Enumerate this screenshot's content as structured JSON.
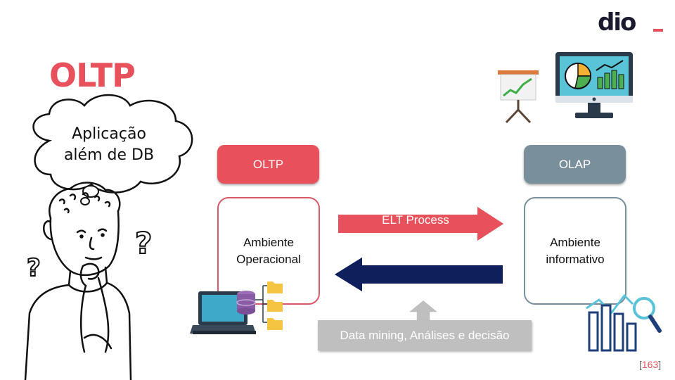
{
  "logo": {
    "text": "dio"
  },
  "title": "OLTP",
  "thought": {
    "line1": "Aplicação",
    "line2": "além de DB"
  },
  "oltp_label": "OLTP",
  "olap_label": "OLAP",
  "operational_env": {
    "line1": "Ambiente",
    "line2": "Operacional"
  },
  "informative_env": {
    "line1": "Ambiente",
    "line2": "informativo"
  },
  "elt_process": "ELT Process",
  "data_mining": "Data mining, Análises e decisão",
  "page_number": "163",
  "colors": {
    "accent": "#e8505b",
    "navy": "#0f1f5c",
    "slate": "#7a8f9c",
    "gray": "#bfbfbf"
  }
}
